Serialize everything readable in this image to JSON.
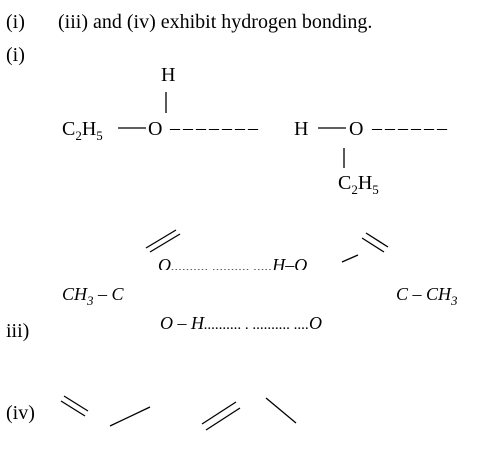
{
  "header": {
    "label": "(i)",
    "statement": "(iii) and (iv) exhibit hydrogen bonding."
  },
  "part_i": {
    "label": "(i)",
    "h_top": "H",
    "left_group": "C",
    "left_group_h": "H",
    "sub2": "2",
    "sub5": "5",
    "o1": "O",
    "dash_run": "– – – – – – –",
    "h_mid": "H",
    "o2": "O",
    "dash_tail": "– – – – – –",
    "bottom_group": "C",
    "bottom_group_h": "H"
  },
  "part_iii": {
    "label": "iii)",
    "top_o": "O",
    "top_dots": ".......... .......... .....",
    "top_h": "H",
    "top_dash": "–",
    "top_o2": "O",
    "left_group": "CH",
    "left_sub": "3",
    "left_bond": " – C",
    "right_group": "C – CH",
    "right_sub": "3",
    "bottom_oh": "O – H",
    "bottom_dots": ".......... . .......... ....",
    "bottom_o": "O"
  },
  "part_iv": {
    "label": "(iv)"
  }
}
